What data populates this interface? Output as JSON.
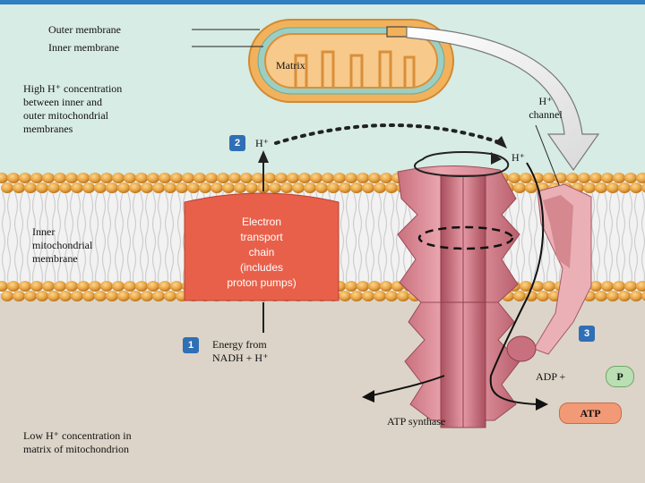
{
  "labels": {
    "outer_membrane": "Outer membrane",
    "inner_membrane": "Inner membrane",
    "matrix": "Matrix",
    "high_h_concentration": "High H⁺ concentration\nbetween inner and\nouter mitochondrial\nmembranes",
    "h_channel": "H⁺\nchannel",
    "h_top": "H⁺",
    "h_right": "H⁺",
    "inner_mito_membrane": "Inner\nmitochondrial\nmembrane",
    "etc": "Electron\ntransport\nchain\n(includes\nproton pumps)",
    "energy_from_nadh": "Energy from\nNADH + H⁺",
    "atp_synthase": "ATP synthase",
    "adp_plus": "ADP  +",
    "p": "P",
    "atp": "ATP",
    "low_h_concentration": "Low H⁺ concentration in\nmatrix of mitochondrion"
  },
  "steps": {
    "step1": "1",
    "step2": "2",
    "step3": "3"
  },
  "colors": {
    "intermembrane_space": "#d7ece4",
    "matrix_region": "#dcd4c8",
    "phospholipid_head": "#e7a84a",
    "etc_block": "#e8604a",
    "atp_synthase": "#e6a0a8",
    "step_badge": "#2f6fb5",
    "top_band": "#2f7fc1"
  }
}
